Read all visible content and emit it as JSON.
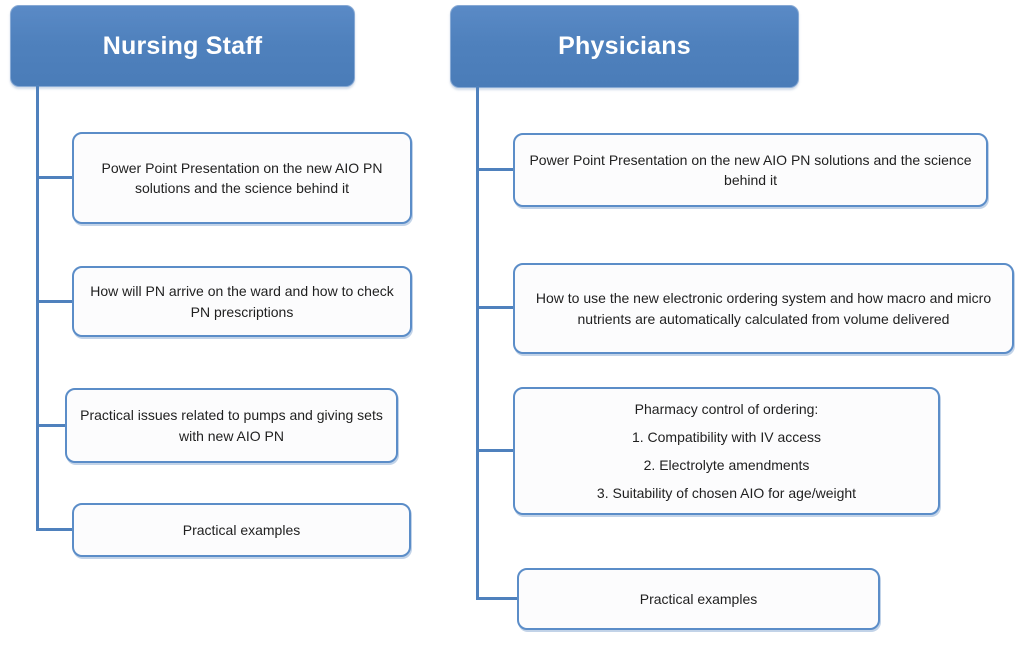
{
  "colors": {
    "header_fill": "#4F81BD",
    "header_text": "#FFFFFF",
    "box_border": "#5B8DC8",
    "box_fill": "#FCFCFD",
    "connector": "#4F81BD",
    "body_text": "#1F1F1F"
  },
  "columns": [
    {
      "title": "Nursing Staff",
      "items": [
        {
          "text": "Power Point Presentation on the new AIO PN solutions and the science behind it"
        },
        {
          "text": "How will PN arrive on the ward and how to check PN prescriptions"
        },
        {
          "text": "Practical issues related to pumps and giving sets with new AIO PN"
        },
        {
          "text": "Practical examples"
        }
      ]
    },
    {
      "title": "Physicians",
      "items": [
        {
          "text": "Power Point Presentation on the new AIO  PN solutions and the science behind it"
        },
        {
          "text": "How to use the new electronic ordering system and how macro and micro  nutrients are automatically calculated from volume delivered"
        },
        {
          "lines": [
            "Pharmacy control of ordering:",
            "1. Compatibility with IV access",
            "2. Electrolyte amendments",
            "3. Suitability of chosen AIO for age/weight"
          ]
        },
        {
          "text": "Practical examples"
        }
      ]
    }
  ]
}
